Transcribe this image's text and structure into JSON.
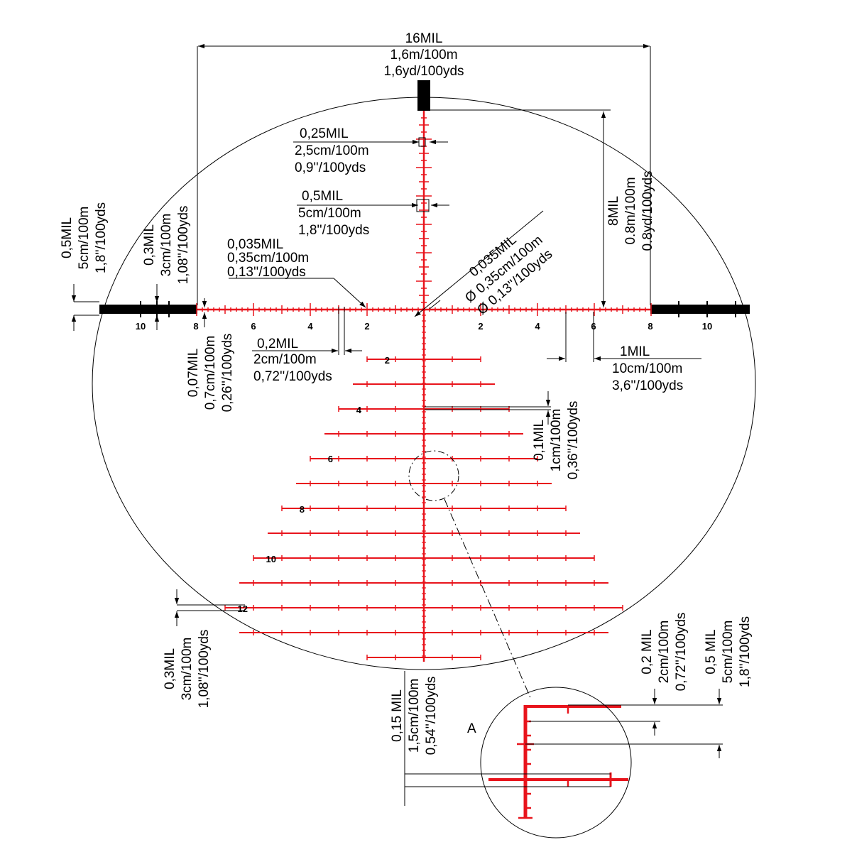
{
  "colors": {
    "reticle": "#e8141c",
    "line": "#000000",
    "background": "#ffffff"
  },
  "top_span": {
    "label": [
      "16MIL",
      "1,6m/100m",
      "1,6yd/100yds"
    ]
  },
  "vertical_span": {
    "label": [
      "8MIL",
      "0.8m/100m",
      "0.8yd/100yds"
    ]
  },
  "tick_025": {
    "label": [
      "0,25MIL",
      "2,5cm/100m",
      "0,9''/100yds"
    ]
  },
  "tick_05": {
    "label": [
      "0,5MIL",
      "5cm/100m",
      "1,8''/100yds"
    ]
  },
  "line_thickness": {
    "label": [
      "0,035MIL",
      "0,35cm/100m",
      "0,13''/100yds"
    ]
  },
  "center_dot": {
    "label": [
      "0,035MIL",
      "Ø 0,35cm/100m",
      "Ø 0,13''/100yds"
    ]
  },
  "left_post_height": {
    "label": [
      "0,5MIL",
      "5cm/100m",
      "1,8''/100yds"
    ]
  },
  "left_post_tick": {
    "label": [
      "0,3MIL",
      "3cm/100m",
      "1,08''/100yds"
    ]
  },
  "horizontal_line_height": {
    "label": [
      "0,07MIL",
      "0,7cm/100m",
      "0,26''/100yds"
    ]
  },
  "sub_tick_spacing": {
    "label": [
      "0,2MIL",
      "2cm/100m",
      "0,72''/100yds"
    ]
  },
  "one_mil": {
    "label": [
      "1MIL",
      "10cm/100m",
      "3,6''/100yds"
    ]
  },
  "tree_row_spacing": {
    "label": [
      "0,1MIL",
      "1cm/100m",
      "0,36''/100yds"
    ]
  },
  "tree_hold_tick": {
    "label": [
      "0,3MIL",
      "3cm/100m",
      "1,08''/100yds"
    ]
  },
  "lower_tick": {
    "label": [
      "0,15 MIL",
      "1,5cm/100m",
      "0,54''/100yds"
    ]
  },
  "detail_a": {
    "label": "A",
    "dim_02": [
      "0,2 MIL",
      "2cm/100m",
      "0,72''/100yds"
    ],
    "dim_05": [
      "0,5 MIL",
      "5cm/100m",
      "1,8''/100yds"
    ]
  },
  "horizontal_scale": {
    "left_numbers": [
      "10",
      "8",
      "6",
      "4",
      "2"
    ],
    "right_numbers": [
      "2",
      "4",
      "6",
      "8",
      "10"
    ]
  },
  "tree_numbers": [
    "2",
    "4",
    "6",
    "8",
    "10",
    "12"
  ]
}
